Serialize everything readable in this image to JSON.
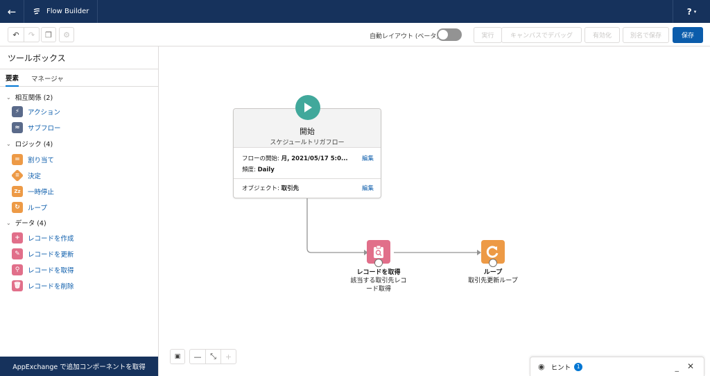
{
  "topbar": {
    "back_icon": "arrow-left-icon",
    "app_icon": "flow-icon",
    "app_name": "Flow Builder",
    "help_label": "?",
    "help_caret": "▾"
  },
  "toolbar": {
    "undo_icon": "undo-icon",
    "redo_icon": "redo-icon",
    "copy_icon": "copy-icon",
    "settings_icon": "gear-icon",
    "auto_layout_label": "自動レイアウト (ベータ)",
    "auto_layout_on": false,
    "run_label": "実行",
    "debug_label": "キャンバスでデバッグ",
    "activate_label": "有効化",
    "save_as_label": "別名で保存",
    "save_label": "保存"
  },
  "toolbox": {
    "title": "ツールボックス",
    "tabs": [
      "要素",
      "マネージャ"
    ],
    "sections": [
      {
        "label": "相互関係 (2)",
        "items": [
          {
            "label": "アクション",
            "icon": "lightning-icon",
            "color": "#5a6a8a"
          },
          {
            "label": "サブフロー",
            "icon": "flow-icon",
            "color": "#5a6a8a"
          }
        ]
      },
      {
        "label": "ロジック (4)",
        "items": [
          {
            "label": "割り当て",
            "icon": "assignment-icon",
            "color": "#ed9a46"
          },
          {
            "label": "決定",
            "icon": "decision-icon",
            "color": "#ed9a46"
          },
          {
            "label": "一時停止",
            "icon": "pause-icon",
            "color": "#ed9a46"
          },
          {
            "label": "ループ",
            "icon": "loop-icon",
            "color": "#ed9a46"
          }
        ]
      },
      {
        "label": "データ (4)",
        "items": [
          {
            "label": "レコードを作成",
            "icon": "record-create-icon",
            "color": "#e16f8a"
          },
          {
            "label": "レコードを更新",
            "icon": "record-update-icon",
            "color": "#e16f8a"
          },
          {
            "label": "レコードを取得",
            "icon": "record-lookup-icon",
            "color": "#e16f8a"
          },
          {
            "label": "レコードを削除",
            "icon": "record-delete-icon",
            "color": "#e16f8a"
          }
        ]
      }
    ],
    "appexchange_label": "AppExchange で追加コンポーネントを取得"
  },
  "canvas": {
    "start": {
      "icon": "play-icon",
      "title": "開始",
      "subtitle": "スケジュールトリガフロー",
      "start_label": "フローの開始:",
      "start_value": "月, 2021/05/17 5:0...",
      "freq_label": "頻度:",
      "freq_value": "Daily",
      "object_label": "オブジェクト:",
      "object_value": "取引先",
      "edit_label": "編集"
    },
    "get_records": {
      "icon": "record-lookup-icon",
      "type": "レコードを取得",
      "name_line1": "該当する取引先レコ",
      "name_line2": "ード取得"
    },
    "loop": {
      "icon": "loop-icon",
      "type": "ループ",
      "name": "取引先更新ループ"
    },
    "zoom": {
      "fit_icon": "fit-view-icon",
      "zoom_out": "—",
      "zoom_fit": "⤡",
      "zoom_in": "+"
    }
  },
  "hint": {
    "icon": "help-ring-icon",
    "label": "ヒント",
    "count": "1",
    "minimize": "_",
    "close": "✕"
  },
  "colors": {
    "nav": "#16325c",
    "brand": "#0b5cab",
    "start": "#41a89b",
    "record": "#e16f8a",
    "logic": "#ed9a46"
  }
}
